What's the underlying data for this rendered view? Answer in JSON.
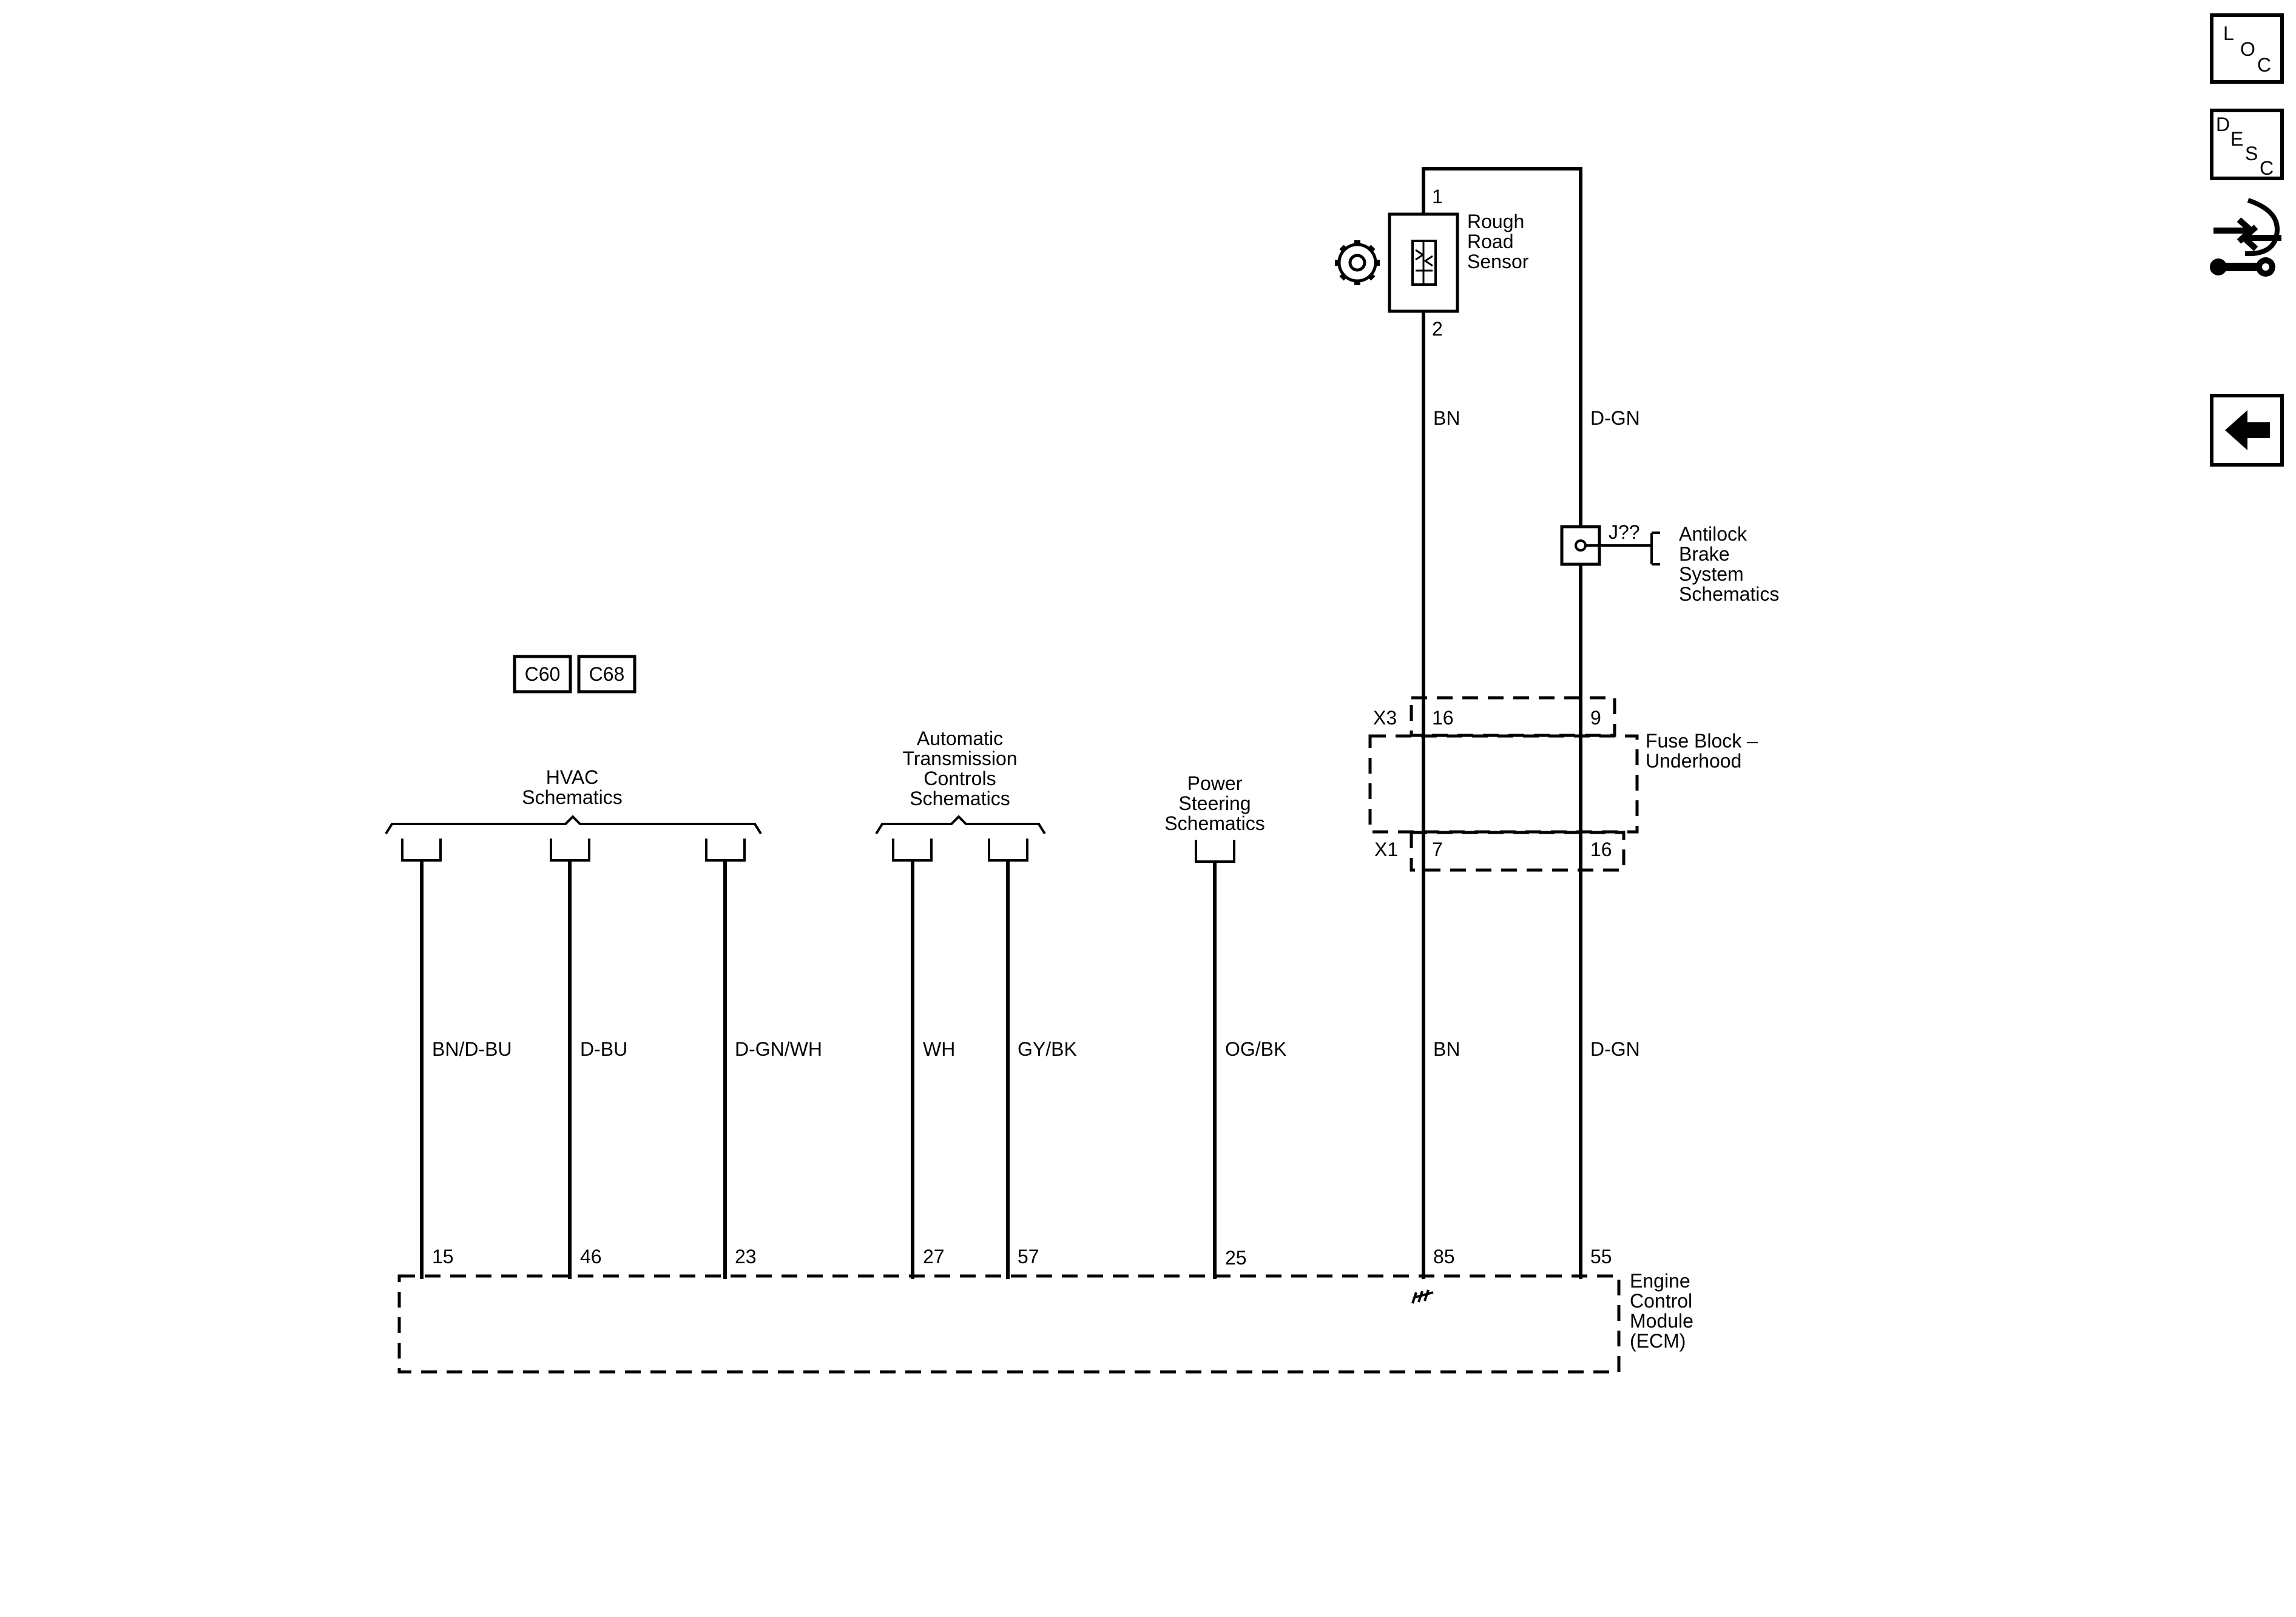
{
  "nav": {
    "loc_letters": [
      "L",
      "O",
      "C"
    ],
    "desc_letters": [
      "D",
      "E",
      "S",
      "C"
    ]
  },
  "sensor": {
    "name_lines": [
      "Rough",
      "Road",
      "Sensor"
    ],
    "pin_top": "1",
    "pin_bottom": "2"
  },
  "abs_ref": {
    "junction": "J??",
    "lines": [
      "Antilock",
      "Brake",
      "System",
      "Schematics"
    ]
  },
  "connectors": [
    "C60",
    "C68"
  ],
  "fuse_block": {
    "lines": [
      "Fuse Block –",
      "Underhood"
    ],
    "x3": "X3",
    "x1": "X1",
    "pin_bn_top": "16",
    "pin_dgn_top": "9",
    "pin_bn_bottom": "7",
    "pin_dgn_bottom": "16"
  },
  "refs": {
    "hvac": [
      "HVAC",
      "Schematics"
    ],
    "trans": [
      "Automatic",
      "Transmission",
      "Controls",
      "Schematics"
    ],
    "ps": [
      "Power",
      "Steering",
      "Schematics"
    ]
  },
  "wires": [
    {
      "color": "BN/D-BU",
      "pin": "15"
    },
    {
      "color": "D-BU",
      "pin": "46"
    },
    {
      "color": "D-GN/WH",
      "pin": "23"
    },
    {
      "color": "WH",
      "pin": "27"
    },
    {
      "color": "GY/BK",
      "pin": "57"
    },
    {
      "color": "OG/BK",
      "pin": "25"
    },
    {
      "color": "BN",
      "pin": "85"
    },
    {
      "color": "D-GN",
      "pin": "55"
    }
  ],
  "upper_wires": {
    "bn": "BN",
    "dgn": "D-GN"
  },
  "ecm": {
    "lines": [
      "Engine",
      "Control",
      "Module",
      "(ECM)"
    ]
  }
}
